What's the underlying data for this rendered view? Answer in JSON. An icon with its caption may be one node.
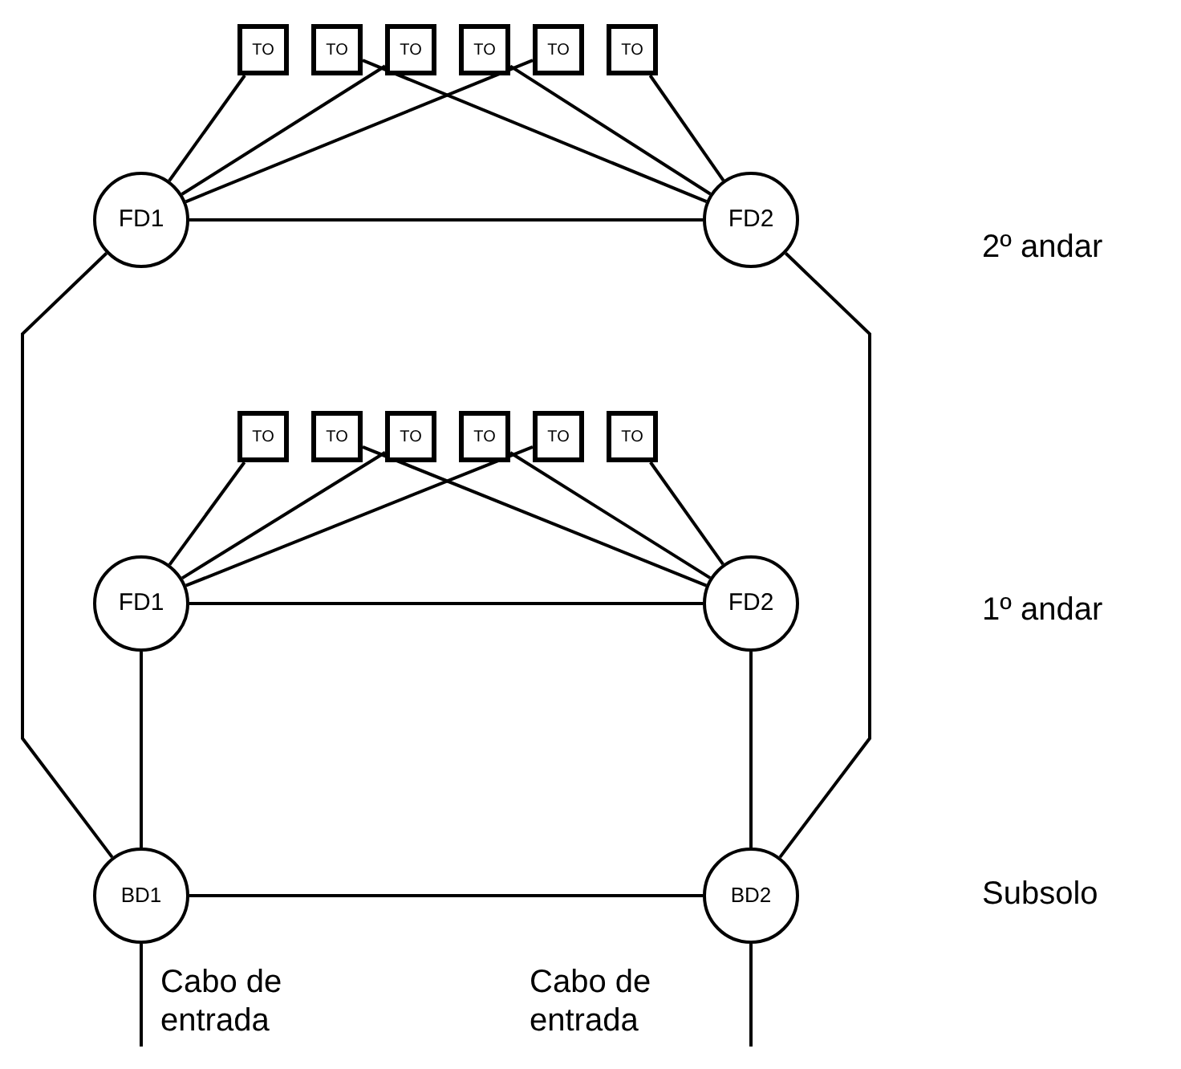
{
  "diagram": {
    "nodes": [
      {
        "text": [
          "TO"
        ]
      },
      {
        "text": [
          "TO"
        ]
      },
      {
        "text": [
          "TO"
        ]
      },
      {
        "text": [
          "TO"
        ]
      },
      {
        "text": [
          "TO"
        ]
      },
      {
        "text": [
          "TO"
        ]
      },
      {
        "text": [
          "FD1"
        ]
      },
      {
        "text": [
          "FD2"
        ]
      },
      {
        "text": [
          "TO"
        ]
      },
      {
        "text": [
          "TO"
        ]
      },
      {
        "text": [
          "TO"
        ]
      },
      {
        "text": [
          "TO"
        ]
      },
      {
        "text": [
          "TO"
        ]
      },
      {
        "text": [
          "TO"
        ]
      },
      {
        "text": [
          "FD1"
        ]
      },
      {
        "text": [
          "FD2"
        ]
      },
      {
        "text": [
          "BD1"
        ]
      },
      {
        "text": [
          "BD2"
        ]
      }
    ],
    "edges": [
      {
        "from": 0,
        "to": 6,
        "arrow": "none"
      },
      {
        "from": 1,
        "to": 7,
        "arrow": "none"
      },
      {
        "from": 2,
        "to": 6,
        "arrow": "none"
      },
      {
        "from": 3,
        "to": 7,
        "arrow": "none"
      },
      {
        "from": 4,
        "to": 6,
        "arrow": "none"
      },
      {
        "from": 5,
        "to": 7,
        "arrow": "none"
      },
      {
        "from": 6,
        "to": 7,
        "arrow": "none"
      },
      {
        "from": 8,
        "to": 14,
        "arrow": "none"
      },
      {
        "from": 9,
        "to": 15,
        "arrow": "none"
      },
      {
        "from": 10,
        "to": 14,
        "arrow": "none"
      },
      {
        "from": 11,
        "to": 15,
        "arrow": "none"
      },
      {
        "from": 12,
        "to": 14,
        "arrow": "none"
      },
      {
        "from": 13,
        "to": 15,
        "arrow": "none"
      },
      {
        "from": 14,
        "to": 15,
        "arrow": "none"
      },
      {
        "from": 6,
        "to": 16,
        "arrow": "none"
      },
      {
        "from": 7,
        "to": 17,
        "arrow": "none"
      },
      {
        "from": 14,
        "to": 16,
        "arrow": "none"
      },
      {
        "from": 15,
        "to": 17,
        "arrow": "none"
      },
      {
        "from": 16,
        "to": 17,
        "arrow": "none"
      },
      {
        "from": 16,
        "to": null,
        "arrow": "none"
      },
      {
        "from": 17,
        "to": null,
        "arrow": "none"
      }
    ],
    "labels": [
      "2º andar",
      "1º andar",
      "Subsolo",
      "Cabo de entrada",
      "Cabo de entrada"
    ]
  }
}
